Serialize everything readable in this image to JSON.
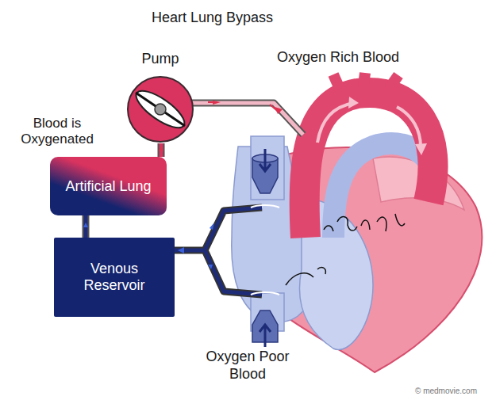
{
  "diagram": {
    "title": "Heart Lung Bypass",
    "nodes": [
      {
        "text": [
          "Pump"
        ]
      },
      {
        "text": [
          "Artificial Lung"
        ]
      },
      {
        "text": [
          "Venous Reservoir"
        ]
      }
    ],
    "edges": [
      {
        "from": 2,
        "to": 1,
        "arrow": "to"
      },
      {
        "from": 1,
        "to": 0,
        "arrow": "to"
      }
    ],
    "labels": [
      "Blood is Oxygenated",
      "Oxygen Rich Blood",
      "Oxygen Poor Blood",
      "© medmovie.com"
    ]
  }
}
